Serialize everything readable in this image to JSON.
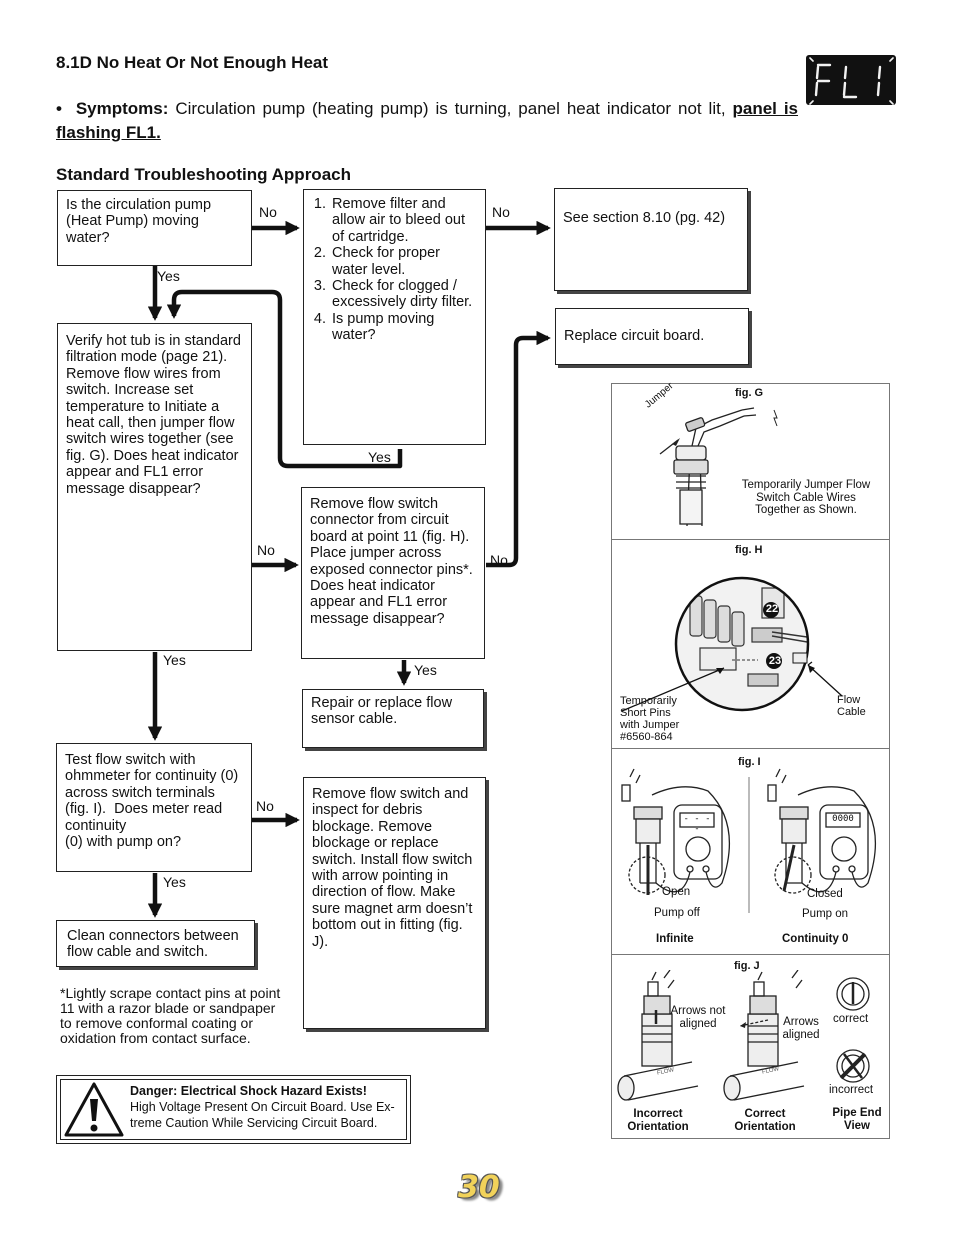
{
  "section_title": "8.1D No Heat Or Not Enough Heat",
  "symptoms": {
    "bullet": "•",
    "label": "Symptoms:",
    "text": " Circulation pump (heating pump) is turning, panel heat indicator not lit, ",
    "emphasis": "panel is flashing FL1."
  },
  "display_code": "FL1",
  "approach_title": "Standard Troubleshooting Approach",
  "flowchart": {
    "q_pump": "Is the circulation pump (Heat Pump) moving water?",
    "steps": [
      "Remove filter and allow air to bleed out of cartridge.",
      "Check for proper water level.",
      "Check for clogged / excessively dirty filter.",
      "Is pump moving water?"
    ],
    "see_section": "See section 8.10 (pg. 42)",
    "replace_board": "Replace circuit board.",
    "verify": "Verify hot tub is in standard filtration mode (page 21). Remove flow wires from switch. Increase set temperature to Initiate a heat call, then jumper flow switch wires together (see fig. G). Does heat indicator appear and  FL1 error message disappear?",
    "remove_connector": "Remove flow switch connector from circuit board at point 11 (fig. H). Place jumper across exposed connector pins*. Does heat indicator appear and FL1 error message disappear?",
    "repair_cable": "Repair or replace flow sensor cable.",
    "test_switch": "Test flow switch with ohmmeter for continuity (0) across switch terminals (fig. I).  Does meter read continuity\n(0) with pump on?",
    "inspect_switch": "Remove flow switch and inspect for debris blockage.  Remove blockage or replace switch. Install flow switch with arrow pointing in direction of flow.  Make sure magnet arm doesn’t bottom out in fitting (fig. J).",
    "clean_connectors": "Clean connectors between flow cable and switch.",
    "yes": "Yes",
    "no": "No"
  },
  "footnote": "*Lightly scrape contact pins at point 11 with a razor blade or sandpaper to remove conformal coating or oxidation from contact surface.",
  "danger": {
    "title": "Danger: Electrical Shock Hazard Exists!",
    "body": "High Voltage Present On Circuit Board. Use Ex-treme Caution While Servicing Circuit Board."
  },
  "figures": {
    "g": {
      "caption": "fig. G",
      "jumper": "Jumper",
      "note": "Temporarily Jumper Flow Switch Cable Wires Together as Shown."
    },
    "h": {
      "caption": "fig. H",
      "pin_a": "22",
      "pin_b": "23",
      "short_pins": "Temporarily Short Pins with Jumper #6560-864",
      "flow_cable": "Flow Cable"
    },
    "i": {
      "caption": "fig. I",
      "meter_left": "- - - -",
      "meter_right": "0000",
      "open": "Open",
      "closed": "Closed",
      "pump_off": "Pump off",
      "pump_on": "Pump on",
      "infinite": "Infinite",
      "continuity": "Continuity 0"
    },
    "j": {
      "caption": "fig. J",
      "not_aligned": "Arrows not aligned",
      "aligned": "Arrows aligned",
      "flow": "FLOW",
      "correct": "correct",
      "incorrect": "incorrect",
      "incorrect_orientation": "Incorrect Orientation",
      "correct_orientation": "Correct Orientation",
      "pipe_end_view": "Pipe End View"
    }
  },
  "page_number": "30"
}
